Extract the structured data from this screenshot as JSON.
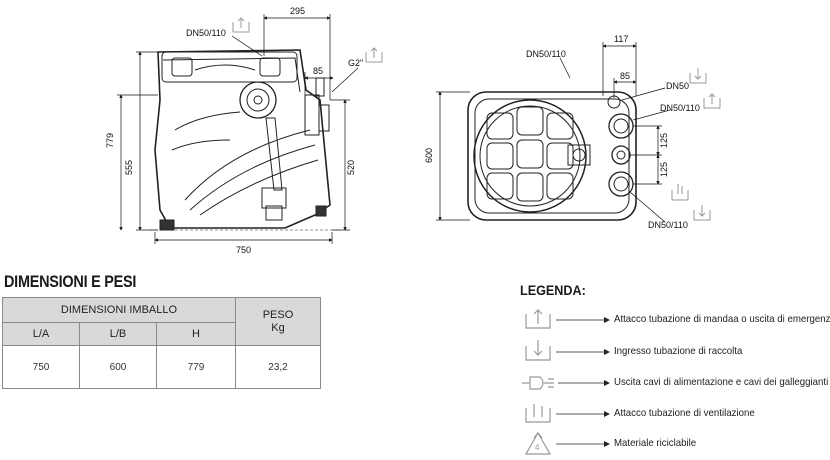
{
  "side_view": {
    "top_width": "295",
    "port_width": "85",
    "outlet_label": "DN50/110",
    "vent_label": "G2\"",
    "total_height": "779",
    "inlet_height": "555",
    "outlet_height": "520",
    "base_width": "750"
  },
  "top_view": {
    "outlet_label": "DN50/110",
    "offset_a": "117",
    "offset_b": "85",
    "port_small": "DN50",
    "port_mid": "DN50/110",
    "spacing_a": "125",
    "spacing_b": "125",
    "port_low": "DN50/110",
    "depth": "600"
  },
  "weights": {
    "heading": "DIMENSIONI E PESI",
    "group_header": "DIMENSIONI IMBALLO",
    "weight_header_line1": "PESO",
    "weight_header_line2": "Kg",
    "col_la": "L/A",
    "col_lb": "L/B",
    "col_h": "H",
    "val_la": "750",
    "val_lb": "600",
    "val_h": "779",
    "val_weight": "23,2"
  },
  "legend": {
    "title": "LEGENDA:",
    "items": [
      {
        "icon": "discharge-pipe-icon",
        "label": "Attacco tubazione di mandaa o uscita di emergenza"
      },
      {
        "icon": "inlet-pipe-icon",
        "label": "Ingresso tubazione di raccolta"
      },
      {
        "icon": "cable-plug-icon",
        "label": "Uscita cavi di alimentazione e cavi dei galleggianti"
      },
      {
        "icon": "vent-pipe-icon",
        "label": "Attacco tubazione di ventilazione"
      },
      {
        "icon": "recycle-icon",
        "label": "Materiale riciclabile"
      }
    ]
  }
}
